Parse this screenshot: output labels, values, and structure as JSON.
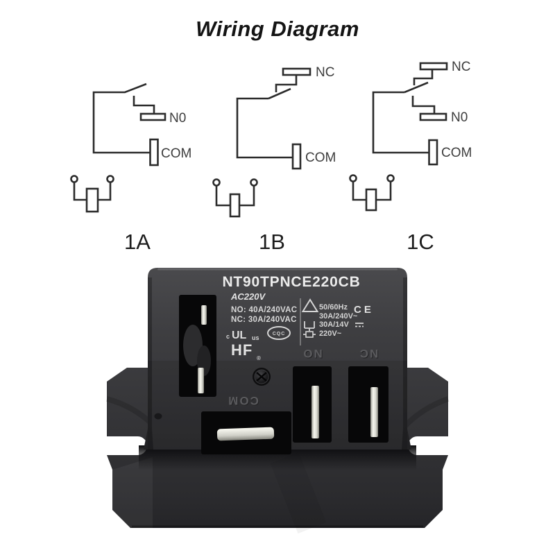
{
  "title": "Wiring Diagram",
  "diagrams": [
    {
      "label": "1A",
      "no": "N0",
      "com": "COM"
    },
    {
      "label": "1B",
      "nc": "NC",
      "com": "COM"
    },
    {
      "label": "1C",
      "nc": "NC",
      "no": "N0",
      "com": "COM"
    }
  ],
  "relay": {
    "model": "NT90TPNCE220CB",
    "coil_voltage": "AC220V",
    "rating_no": "NO: 40A/240VAC",
    "rating_nc": "NC: 30A/240VAC",
    "ul_c": "c",
    "ul": "UL",
    "ul_us": "us",
    "cqc": "CQC",
    "brand": "HF",
    "registered": "®",
    "specs": [
      "50/60Hz",
      "30A/240V~",
      "30A/14V",
      "220V~"
    ],
    "ce": "CE",
    "molded": {
      "com": "COM",
      "no": "NO",
      "nc": "NC"
    },
    "colors": {
      "body": "#3d3d40",
      "flange": "#2f2f32",
      "slot": "#070708",
      "label_text": "#e6e6e6"
    }
  }
}
